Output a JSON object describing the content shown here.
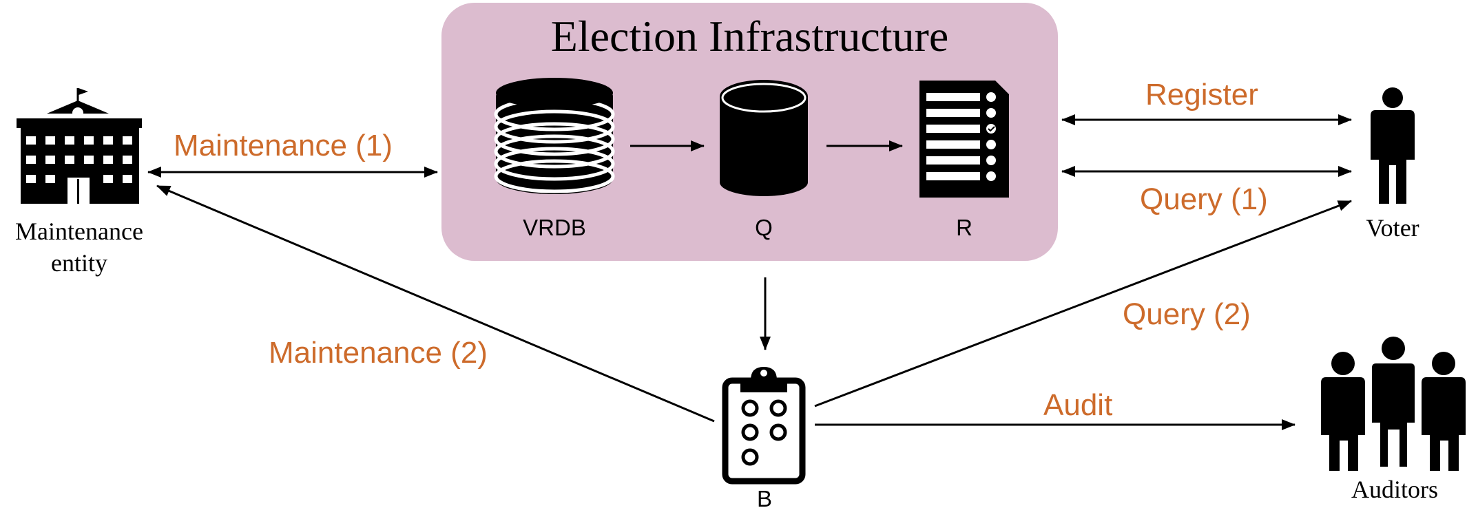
{
  "infrastructure": {
    "title": "Election Infrastructure",
    "components": {
      "vrdb": "VRDB",
      "q": "Q",
      "r": "R"
    }
  },
  "ballot": {
    "label": "B"
  },
  "actors": {
    "maintenance_entity": {
      "line1": "Maintenance",
      "line2": "entity"
    },
    "voter": "Voter",
    "auditors": "Auditors"
  },
  "edges": {
    "maintenance_1": "Maintenance (1)",
    "maintenance_2": "Maintenance (2)",
    "register": "Register",
    "query_1": "Query (1)",
    "query_2": "Query (2)",
    "audit": "Audit"
  },
  "colors": {
    "box_fill": "#dcbccf",
    "edge_label": "#cd6b2b",
    "ink": "#000000"
  }
}
